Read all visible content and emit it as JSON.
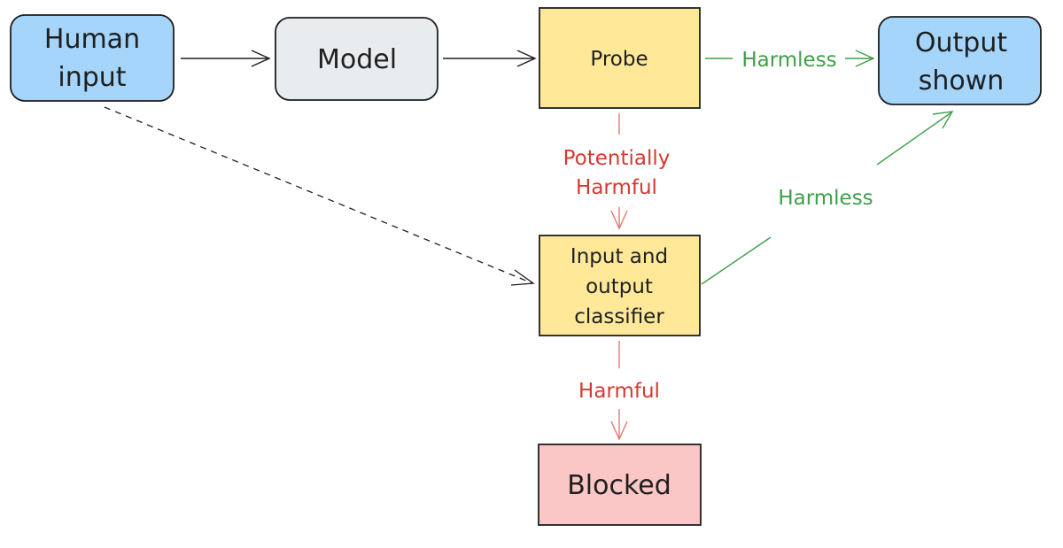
{
  "nodes": {
    "human_input": {
      "lines": [
        "Human",
        "input"
      ],
      "fill": "#a5d5fb",
      "stroke": "#1e1e1e"
    },
    "model": {
      "lines": [
        "Model"
      ],
      "fill": "#e9ecef",
      "stroke": "#1e1e1e"
    },
    "probe": {
      "lines": [
        "Probe"
      ],
      "fill": "#ffe999",
      "stroke": "#1e1e1e"
    },
    "output_shown": {
      "lines": [
        "Output",
        "shown"
      ],
      "fill": "#a5d5fb",
      "stroke": "#1e1e1e"
    },
    "classifier": {
      "lines": [
        "Input and",
        "output",
        "classifier"
      ],
      "fill": "#ffe999",
      "stroke": "#1e1e1e"
    },
    "blocked": {
      "lines": [
        "Blocked"
      ],
      "fill": "#fbc6c6",
      "stroke": "#1e1e1e"
    }
  },
  "edges": {
    "probe_harmless": {
      "label_lines": [
        "Harmless"
      ],
      "color": "#3f9f49"
    },
    "probe_potentially_harmful": {
      "label_lines": [
        "Potentially",
        "Harmful"
      ],
      "color": "#d43a33"
    },
    "classifier_harmless": {
      "label_lines": [
        "Harmless"
      ],
      "color": "#3f9f49"
    },
    "classifier_harmful": {
      "label_lines": [
        "Harmful"
      ],
      "color": "#d43a33"
    }
  },
  "colors": {
    "line": "#1e1e1e",
    "arrow_red_light": "#e07a75",
    "arrow_green": "#3f9f49"
  }
}
